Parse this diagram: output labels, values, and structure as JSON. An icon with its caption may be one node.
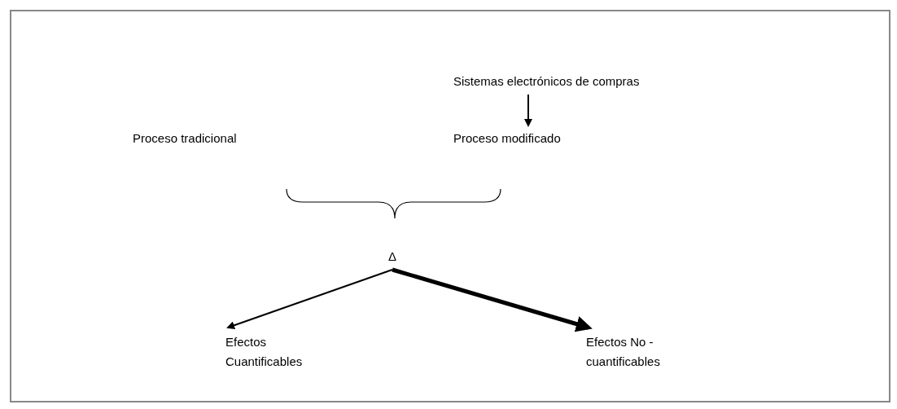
{
  "diagram": {
    "nodes": [
      {
        "text": [
          "Sistemas electrónicos de compras"
        ]
      },
      {
        "text": [
          "Proceso tradicional"
        ]
      },
      {
        "text": [
          "Proceso modificado"
        ]
      },
      {
        "text": [
          "Δ"
        ]
      },
      {
        "text": [
          "Efectos Cuantificables"
        ]
      },
      {
        "text": [
          "Efectos No - cuantificables"
        ]
      }
    ],
    "edges": [
      {
        "from": 0,
        "to": 2,
        "arrow": "to"
      },
      {
        "from": 3,
        "to": 4,
        "arrow": "to"
      },
      {
        "from": 3,
        "to": 5,
        "arrow": "to",
        "style": "thick"
      }
    ]
  }
}
